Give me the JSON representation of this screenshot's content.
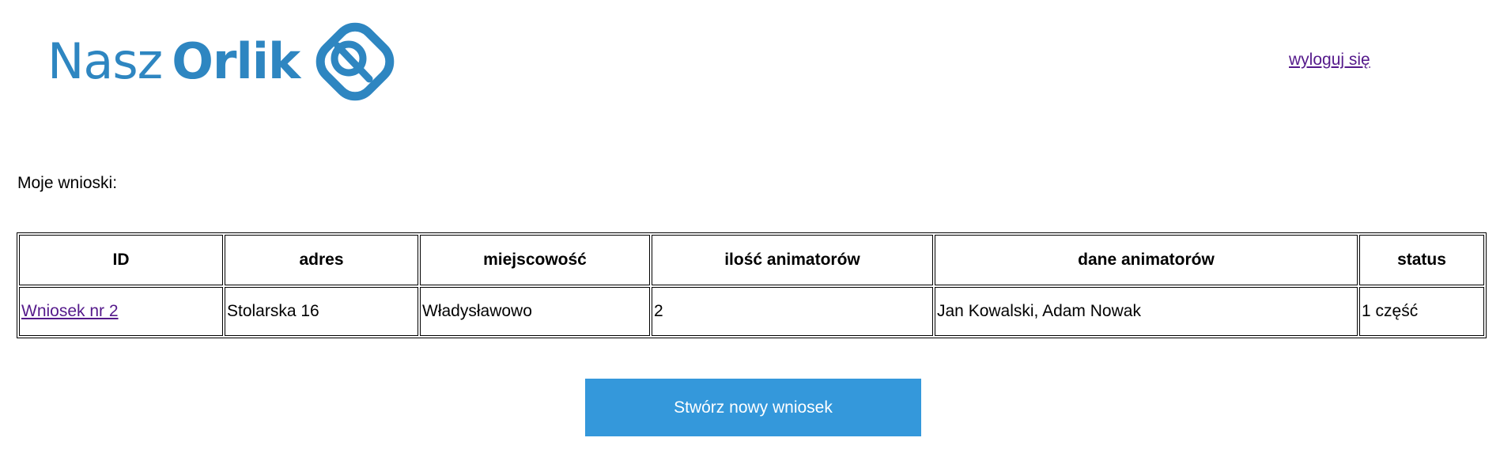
{
  "header": {
    "logo_text_light": "Nasz",
    "logo_text_bold": "Orlik",
    "logout_label": "wyloguj się"
  },
  "main": {
    "section_title": "Moje wnioski:",
    "table": {
      "columns": [
        "ID",
        "adres",
        "miejscowość",
        "ilość animatorów",
        "dane animatorów",
        "status"
      ],
      "rows": [
        [
          "Wniosek nr 2",
          "Stolarska 16",
          "Władysławowo",
          "2",
          "Jan Kowalski, Adam Nowak",
          "1 część"
        ]
      ]
    },
    "create_button_label": "Stwórz nowy wniosek"
  },
  "colors": {
    "brand": "#2e86c1",
    "button": "#3498db",
    "visited_link": "#551a8b"
  }
}
